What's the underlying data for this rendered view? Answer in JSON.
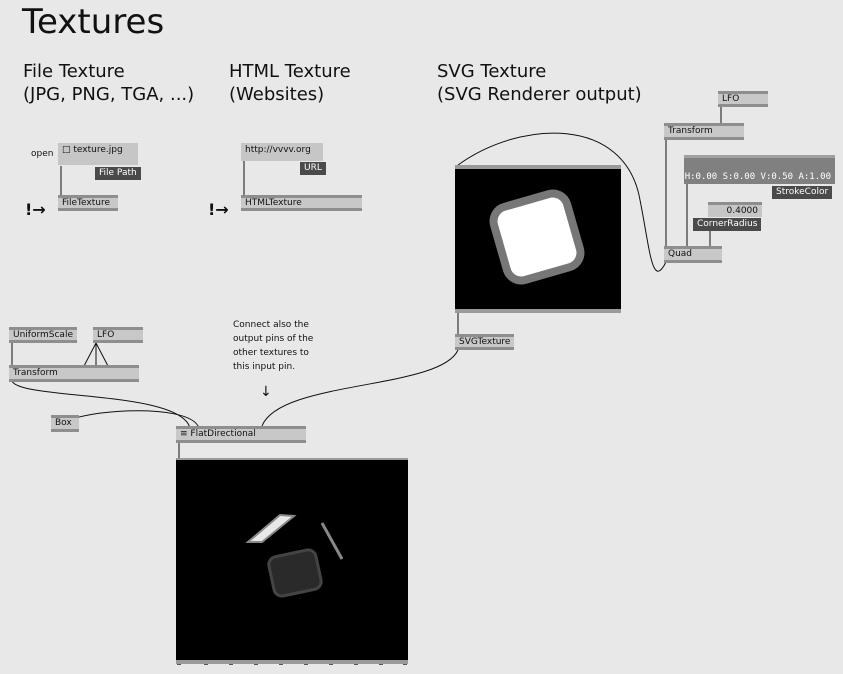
{
  "title": "Textures",
  "sections": {
    "file": "File Texture\n(JPG, PNG, TGA, ...)",
    "html": "HTML Texture\n(Websites)",
    "svg": "SVG Texture\n(SVG Renderer output)"
  },
  "file_texture": {
    "open_label": "open",
    "filename": "texture.jpg",
    "file_path_label": "File Path",
    "node": "FileTexture",
    "bang": "!→"
  },
  "html_texture": {
    "url_value": "http://vvvv.org",
    "url_label": "URL",
    "node": "HTMLTexture",
    "bang": "!→"
  },
  "svg_texture": {
    "node": "SVGTexture"
  },
  "right_cluster": {
    "lfo": "LFO",
    "transform": "Transform",
    "color_value": "H:0.00  S:0.00  V:0.50  A:1.00",
    "stroke_color_label": "StrokeColor",
    "corner_value": "0.4000",
    "corner_label": "CornerRadius",
    "quad": "Quad"
  },
  "left_cluster": {
    "uniform_scale": "UniformScale",
    "lfo": "LFO",
    "transform": "Transform",
    "box": "Box",
    "flat": "FlatDirectional"
  },
  "note": [
    "Connect also the",
    "output pins of the",
    "other textures to",
    "this input pin."
  ],
  "note_arrow": "↓",
  "colors": {
    "background": "#e8e8e8",
    "node": "#c8c8c8",
    "pin": "#8e8e8e",
    "label_dark": "#4a4a4a",
    "renderer": "#000000"
  }
}
